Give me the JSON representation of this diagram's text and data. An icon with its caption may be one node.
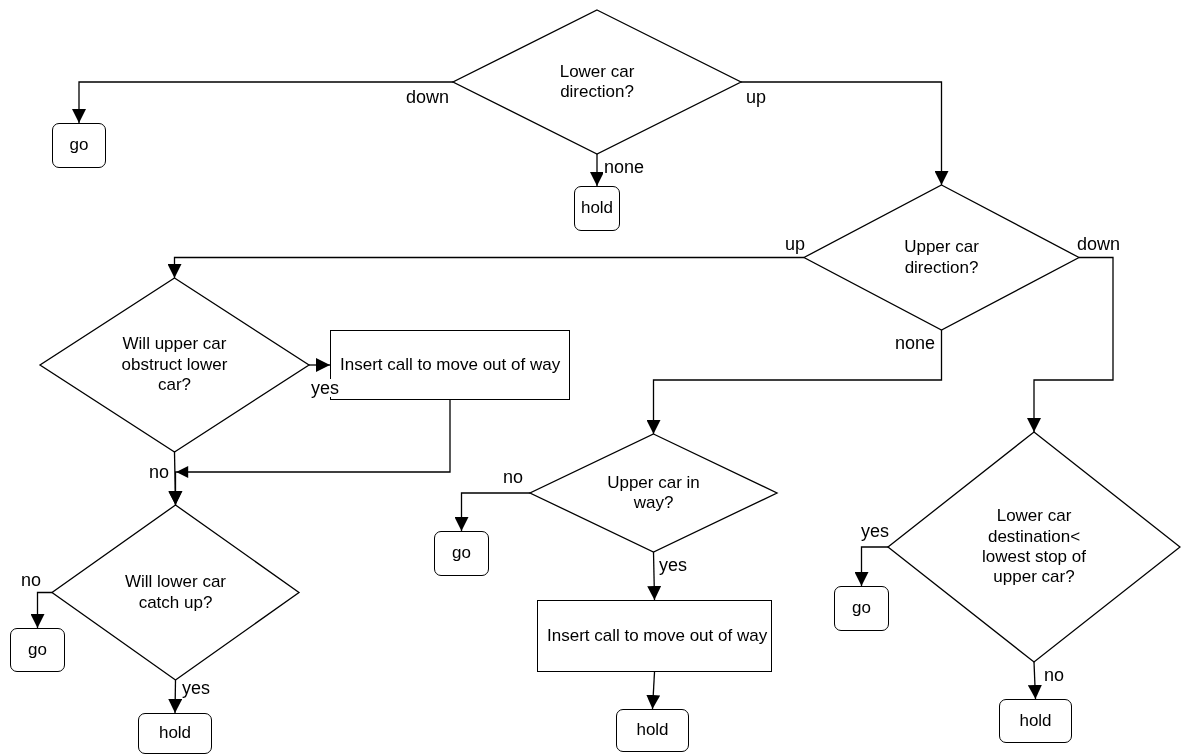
{
  "diagram": {
    "nodes": [
      {
        "text": [
          "Lower car direction?"
        ]
      },
      {
        "text": [
          "go"
        ]
      },
      {
        "text": [
          "hold"
        ]
      },
      {
        "text": [
          "Upper car direction?"
        ]
      },
      {
        "text": [
          "Will upper car obstruct lower car?"
        ]
      },
      {
        "text": [
          "Insert call to move out of way"
        ]
      },
      {
        "text": [
          "Will lower car catch up?"
        ]
      },
      {
        "text": [
          "go"
        ]
      },
      {
        "text": [
          "hold"
        ]
      },
      {
        "text": [
          "Upper car in way?"
        ]
      },
      {
        "text": [
          "go"
        ]
      },
      {
        "text": [
          "Insert call to move out of way"
        ]
      },
      {
        "text": [
          "hold"
        ]
      },
      {
        "text": [
          "Lower car destination< lowest stop of upper car?"
        ]
      },
      {
        "text": [
          "go"
        ]
      },
      {
        "text": [
          "hold"
        ]
      }
    ],
    "edges": [
      {
        "from": 0,
        "to": 1,
        "arrow": "to",
        "label": "down"
      },
      {
        "from": 0,
        "to": 2,
        "arrow": "to",
        "label": "none"
      },
      {
        "from": 0,
        "to": 3,
        "arrow": "to",
        "label": "up"
      },
      {
        "from": 3,
        "to": 4,
        "arrow": "to",
        "label": "up"
      },
      {
        "from": 3,
        "to": 9,
        "arrow": "to",
        "label": "none"
      },
      {
        "from": 3,
        "to": 13,
        "arrow": "to",
        "label": "down"
      },
      {
        "from": 4,
        "to": 5,
        "arrow": "to",
        "label": "yes"
      },
      {
        "from": 4,
        "to": 6,
        "arrow": "to",
        "label": "no"
      },
      {
        "from": 5,
        "to": 6,
        "arrow": "to"
      },
      {
        "from": 6,
        "to": 7,
        "arrow": "to",
        "label": "no"
      },
      {
        "from": 6,
        "to": 8,
        "arrow": "to",
        "label": "yes"
      },
      {
        "from": 9,
        "to": 10,
        "arrow": "to",
        "label": "no"
      },
      {
        "from": 9,
        "to": 11,
        "arrow": "to",
        "label": "yes"
      },
      {
        "from": 11,
        "to": 12,
        "arrow": "to"
      },
      {
        "from": 13,
        "to": 14,
        "arrow": "to",
        "label": "yes"
      },
      {
        "from": 13,
        "to": 15,
        "arrow": "to",
        "label": "no"
      }
    ]
  }
}
